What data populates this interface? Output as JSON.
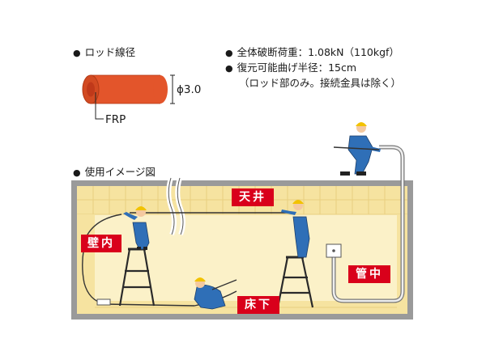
{
  "rod": {
    "heading": "ロッド線径",
    "diameter": "ϕ3.0",
    "core_label": "FRP",
    "color_jacket": "#e3552b",
    "color_core": "#c0391a"
  },
  "specs": {
    "line1": "全体破断荷重：1.08kN（110kgf）",
    "line2": "復元可能曲げ半径：15cm",
    "line3": "（ロッド部のみ。接続金具は除く）"
  },
  "usage": {
    "heading": "使用イメージ図",
    "labels": {
      "ceiling": "天井",
      "wall": "壁内",
      "floor": "床下",
      "pipe": "管中"
    },
    "colors": {
      "label_bg": "#d9001b",
      "wall_fill": "#fbf1c8",
      "frame": "#9a9a9a",
      "worker_suit": "#2f6fb7",
      "helmet": "#f2c200"
    }
  }
}
